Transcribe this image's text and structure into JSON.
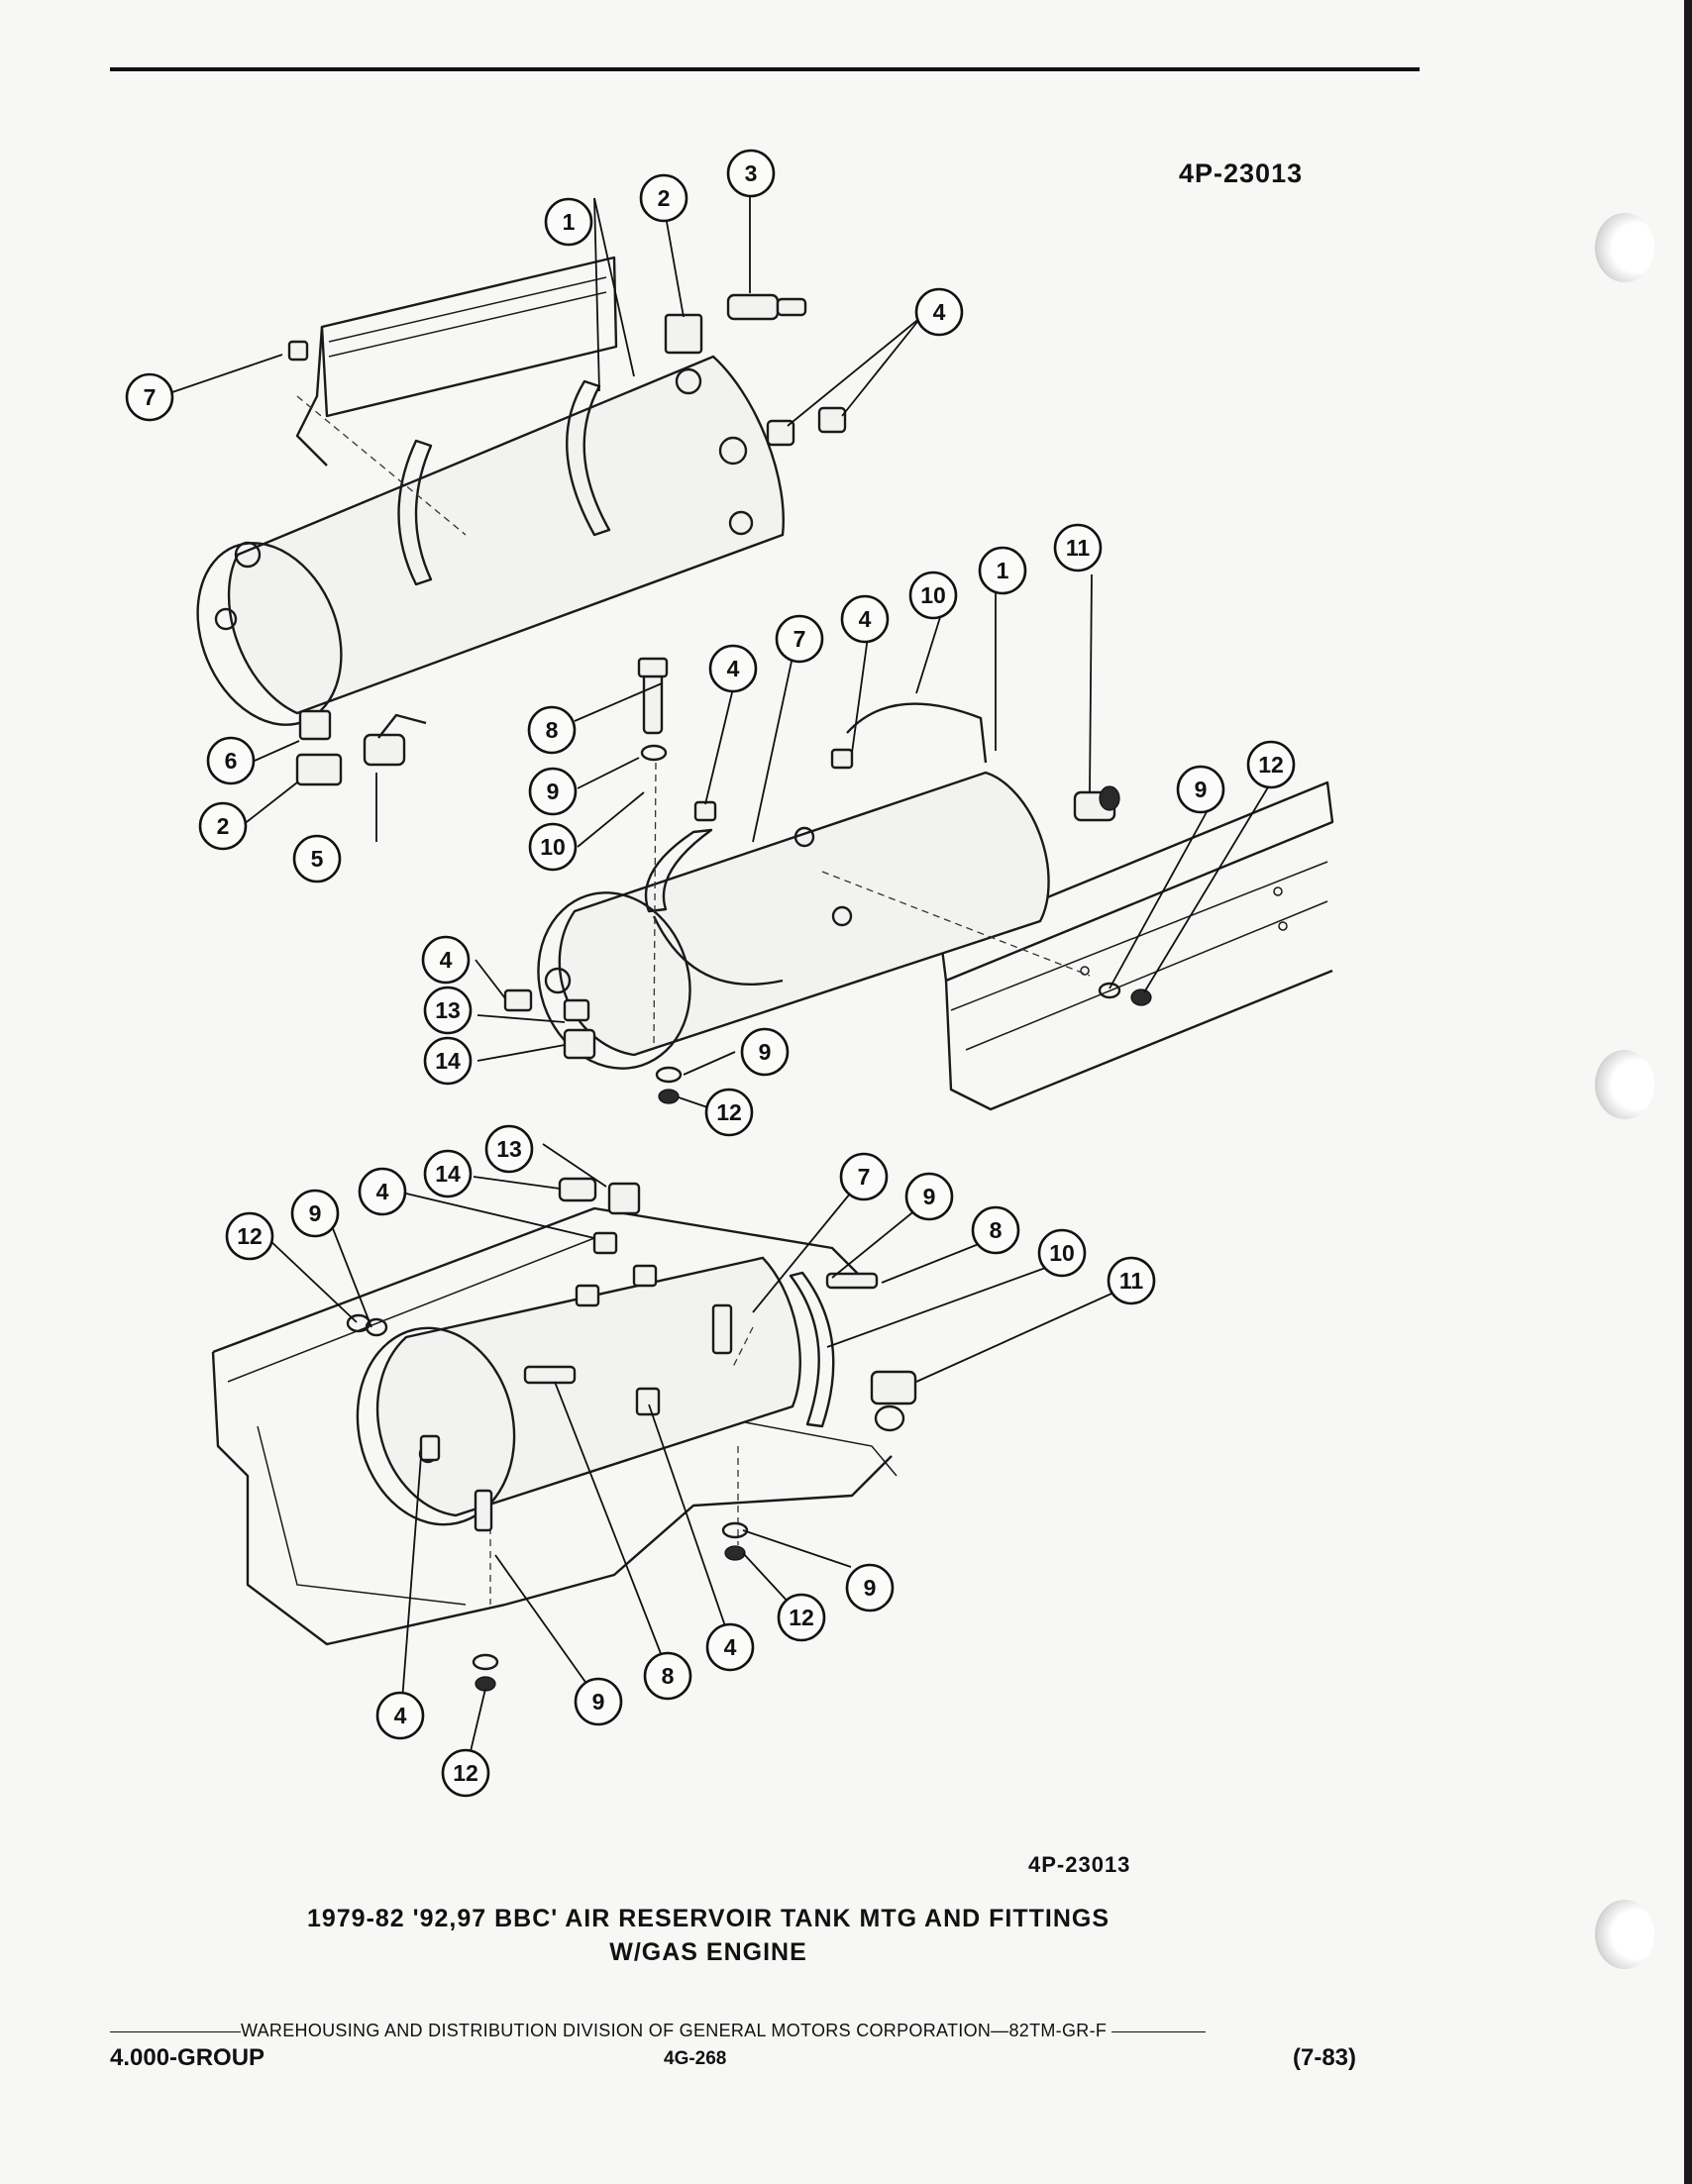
{
  "header": {
    "figure_ref": "4P-23013"
  },
  "diagram": {
    "callouts": {
      "c1a": "1",
      "c2a": "2",
      "c3a": "3",
      "c4a": "4",
      "c7a": "7",
      "c6a": "6",
      "c2b": "2",
      "c5a": "5",
      "c1b": "1",
      "c11a": "11",
      "c10a": "10",
      "c4b": "4",
      "c7b": "7",
      "c4c": "4",
      "c8a": "8",
      "c9a": "9",
      "c10b": "10",
      "c9b": "9",
      "c12a": "12",
      "c4d": "4",
      "c13a": "13",
      "c14a": "14",
      "c9c": "9",
      "c12b": "12",
      "c13b": "13",
      "c14b": "14",
      "c4e": "4",
      "c9d": "9",
      "c12c": "12",
      "c7c": "7",
      "c9e": "9",
      "c8b": "8",
      "c10c": "10",
      "c11b": "11",
      "c9f": "9",
      "c12d": "12",
      "c4f": "4",
      "c8c": "8",
      "c9g": "9",
      "c4g": "4",
      "c12e": "12"
    }
  },
  "caption": {
    "ref": "4P-23013",
    "line1": "1979-82 '92,97 BBC' AIR RESERVOIR TANK MTG AND FITTINGS",
    "line2": "W/GAS ENGINE"
  },
  "footer": {
    "publisher": "WAREHOUSING AND DISTRIBUTION DIVISION OF GENERAL MOTORS CORPORATION—82TM-GR-F",
    "group": "4.000-GROUP",
    "page": "4G-268",
    "date": "(7-83)"
  }
}
